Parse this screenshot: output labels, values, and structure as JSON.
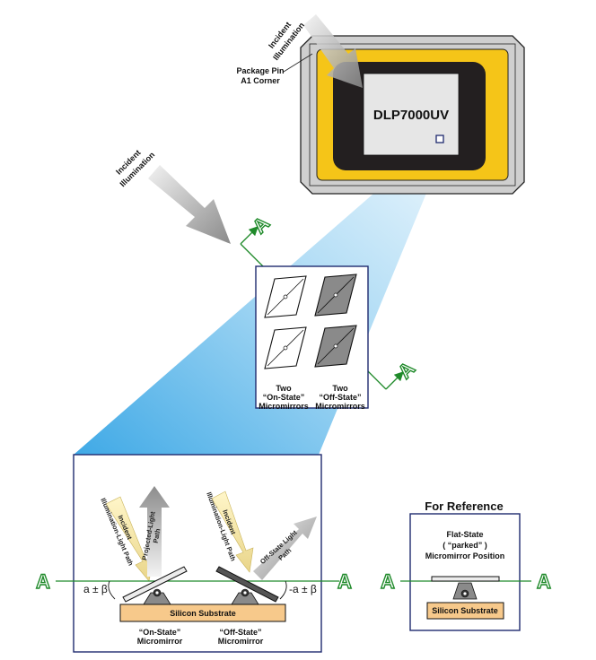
{
  "chip": {
    "name": "DLP7000UV",
    "pin_label_line1": "Package Pin",
    "pin_label_line2": "A1 Corner",
    "illum_line1": "Incident",
    "illum_line2": "Illumination"
  },
  "top_illumination": {
    "line1": "Incident",
    "line2": "Illumination"
  },
  "section_marker": "A",
  "mirror_grid": {
    "on_label_line1": "Two",
    "on_label_line2": "“On-State”",
    "on_label_line3": "Micromirrors",
    "off_label_line1": "Two",
    "off_label_line2": "“Off-State”",
    "off_label_line3": "Micromirrors"
  },
  "cross_section": {
    "substrate": "Silicon Substrate",
    "on_label_line1": "“On-State”",
    "on_label_line2": "Micromirror",
    "off_label_line1": "“Off-State”",
    "off_label_line2": "Micromirror",
    "angle_left": "a ± β",
    "angle_right": "-a ± β",
    "incident_on_line1": "Incident",
    "incident_on_line2": "Illumination-Light Path",
    "projected_line1": "Projected-Light",
    "projected_line2": "Path",
    "incident_off_line1": "Incident",
    "incident_off_line2": "Illumination-Light Path",
    "offstate_line1": "Off-State Light",
    "offstate_line2": "Path"
  },
  "reference": {
    "title": "For Reference",
    "line1": "Flat-State",
    "line2": "( “parked” )",
    "line3": "Micromirror Position",
    "substrate": "Silicon Substrate"
  },
  "colors": {
    "package_yellow": "#f5c518",
    "package_gray": "#cfcfcf",
    "die_black": "#231f20",
    "substrate_tan": "#f7c98b",
    "section_green": "#1f8a2a",
    "frame_navy": "#1e2a6e",
    "beam_light": "#cfeaf8"
  }
}
